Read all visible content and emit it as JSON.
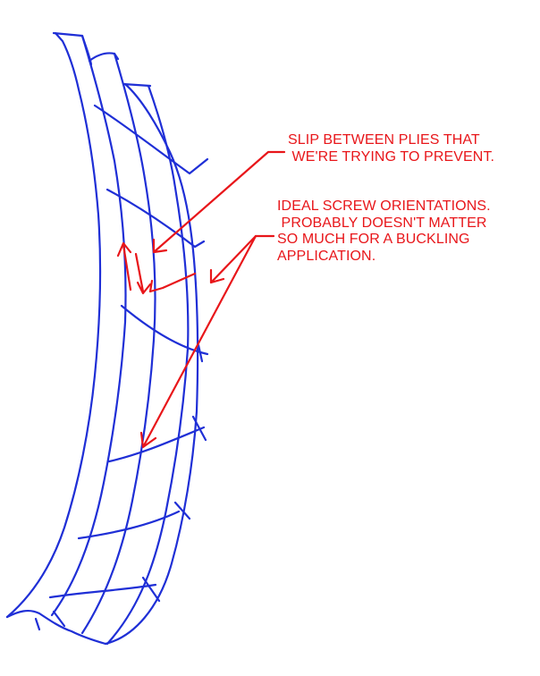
{
  "colors": {
    "background": "#ffffff",
    "sketch": "#1f2fd6",
    "annotation": "#e8161a"
  },
  "annotations": {
    "slip": {
      "lines": [
        "SLIP BETWEEN PLIES THAT",
        " WE'RE TRYING TO PREVENT."
      ]
    },
    "screw": {
      "lines": [
        "IDEAL SCREW ORIENTATIONS.",
        " PROBABLY DOESN'T MATTER",
        "SO MUCH FOR A BUCKLING",
        "APPLICATION."
      ]
    }
  }
}
